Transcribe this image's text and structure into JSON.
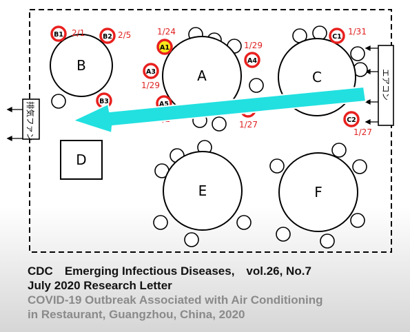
{
  "diagram": {
    "tables": [
      "A",
      "B",
      "C",
      "D",
      "E",
      "F"
    ],
    "cases": [
      "A1",
      "A2",
      "A3",
      "A4",
      "A5",
      "B1",
      "B2",
      "B3",
      "C1",
      "C2"
    ],
    "dates": {
      "a1": "1/24",
      "a4": "1/29",
      "a3": "1/29",
      "a5": "2/2",
      "a2": "1/27",
      "b1": "2/1",
      "b2": "2/5",
      "c1": "1/31",
      "c2": "1/27"
    },
    "boxes": {
      "air_conditioner": "エアコン",
      "exhaust_fan": "排気ファン"
    },
    "colors": {
      "case_ring": "#e8201e",
      "index_case_fill": "#f8e71c",
      "airflow_arrow": "#22e0e0"
    }
  },
  "caption": {
    "line1": "CDC　Emerging Infectious Diseases,　vol.26, No.7",
    "line2": "July 2020 Research Letter",
    "line3": "COVID-19 Outbreak Associated with Air Conditioning",
    "line4": "in Restaurant, Guangzhou, China, 2020"
  }
}
